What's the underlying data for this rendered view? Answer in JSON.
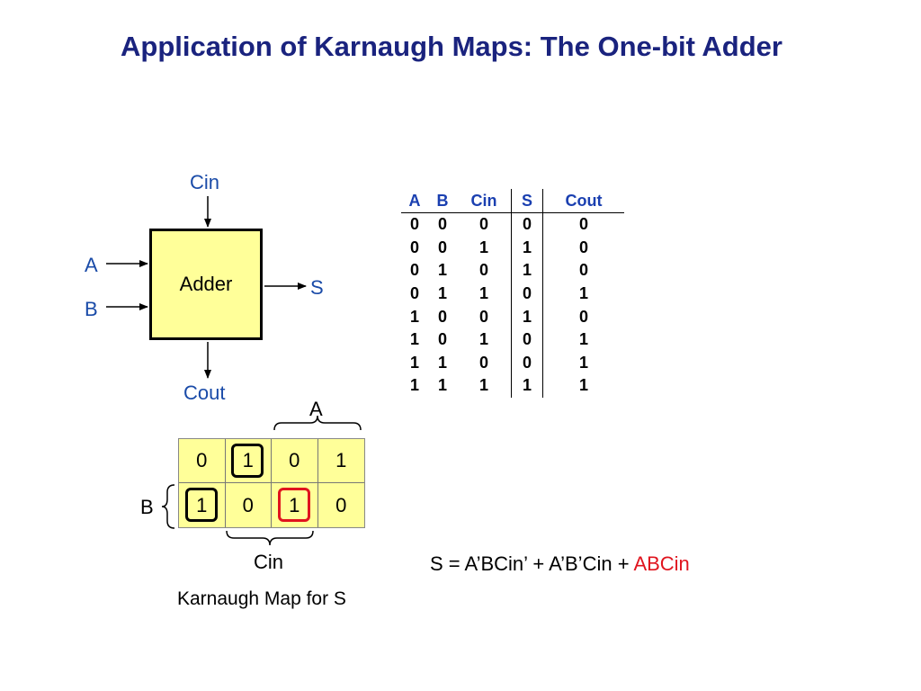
{
  "title": "Application of Karnaugh Maps: The One-bit Adder",
  "adder": {
    "label": "Adder",
    "input_top": "Cin",
    "input_a": "A",
    "input_b": "B",
    "output_s": "S",
    "output_bottom": "Cout"
  },
  "truth_table": {
    "headers": [
      "A",
      "B",
      "Cin",
      "S",
      "Cout"
    ],
    "rows": [
      [
        "0",
        "0",
        "0",
        "0",
        "0"
      ],
      [
        "0",
        "0",
        "1",
        "1",
        "0"
      ],
      [
        "0",
        "1",
        "0",
        "1",
        "0"
      ],
      [
        "0",
        "1",
        "1",
        "0",
        "1"
      ],
      [
        "1",
        "0",
        "0",
        "1",
        "0"
      ],
      [
        "1",
        "0",
        "1",
        "0",
        "1"
      ],
      [
        "1",
        "1",
        "0",
        "0",
        "1"
      ],
      [
        "1",
        "1",
        "1",
        "1",
        "1"
      ]
    ]
  },
  "kmap": {
    "label_a": "A",
    "label_b": "B",
    "label_cin": "Cin",
    "caption": "Karnaugh Map for S",
    "cells": [
      [
        "0",
        "1",
        "0",
        "1"
      ],
      [
        "1",
        "0",
        "1",
        "0"
      ]
    ]
  },
  "equation": {
    "black_part": "S = A’BCin’ + A’B’Cin + ",
    "red_part": "ABCin"
  },
  "colors": {
    "title": "#1a237e",
    "labels": "#1a4ba8",
    "adder_fill": "#ffff99",
    "highlight": "#e0141e"
  }
}
